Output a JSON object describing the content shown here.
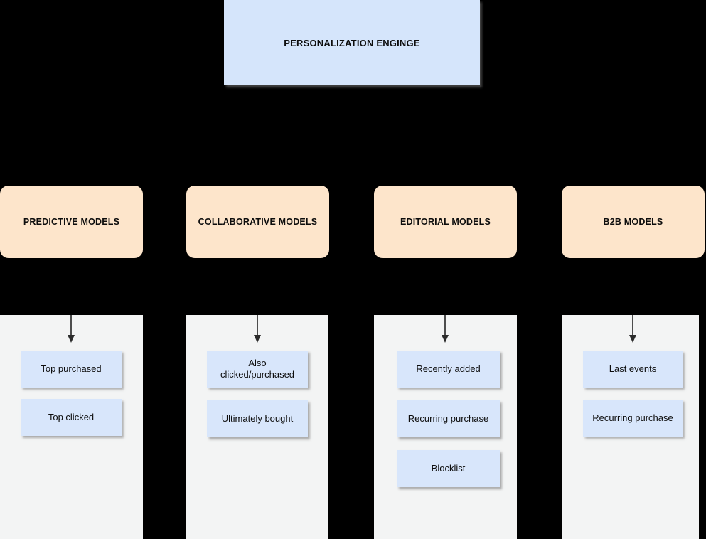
{
  "diagram": {
    "title_box": {
      "label": "PERSONALIZATION ENGINGE",
      "fill": "#d5e5fb"
    },
    "model_fill": "#fde5cb",
    "panel_fill": "#f3f4f4",
    "leaf_fill": "#d8e6fb",
    "background": "#000000",
    "columns": [
      {
        "model": "PREDICTIVE MODELS",
        "items": [
          {
            "label": "Top purchased"
          },
          {
            "label": "Top clicked"
          }
        ]
      },
      {
        "model": "COLLABORATIVE MODELS",
        "items": [
          {
            "label": "Also clicked/purchased"
          },
          {
            "label": "Ultimately bought"
          }
        ]
      },
      {
        "model": "EDITORIAL MODELS",
        "items": [
          {
            "label": "Recently added"
          },
          {
            "label": "Recurring purchase"
          },
          {
            "label": "Blocklist"
          }
        ]
      },
      {
        "model": "B2B MODELS",
        "items": [
          {
            "label": "Last events"
          },
          {
            "label": "Recurring purchase"
          }
        ]
      }
    ]
  }
}
